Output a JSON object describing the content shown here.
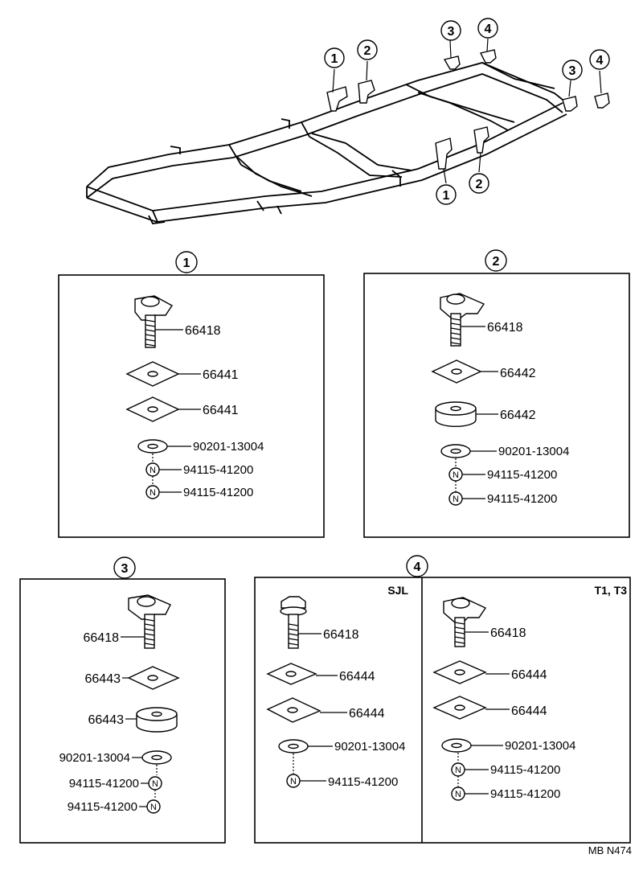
{
  "callouts": {
    "one": "1",
    "two": "2",
    "three": "3",
    "four": "4"
  },
  "nut_letter": "N",
  "panel1": {
    "title": "1",
    "parts": [
      "66418",
      "66441",
      "66441",
      "90201-13004",
      "94115-41200",
      "94115-41200"
    ]
  },
  "panel2": {
    "title": "2",
    "parts": [
      "66418",
      "66442",
      "66442",
      "90201-13004",
      "94115-41200",
      "94115-41200"
    ]
  },
  "panel3": {
    "title": "3",
    "parts": [
      "66418",
      "66443",
      "66443",
      "90201-13004",
      "94115-41200",
      "94115-41200"
    ]
  },
  "panel4": {
    "title": "4",
    "left": {
      "label": "SJL",
      "parts": [
        "66418",
        "66444",
        "66444",
        "90201-13004",
        "94115-41200"
      ]
    },
    "right": {
      "label": "T1, T3",
      "parts": [
        "66418",
        "66444",
        "66444",
        "90201-13004",
        "94115-41200",
        "94115-41200"
      ]
    }
  },
  "figure_code": "MB N474"
}
